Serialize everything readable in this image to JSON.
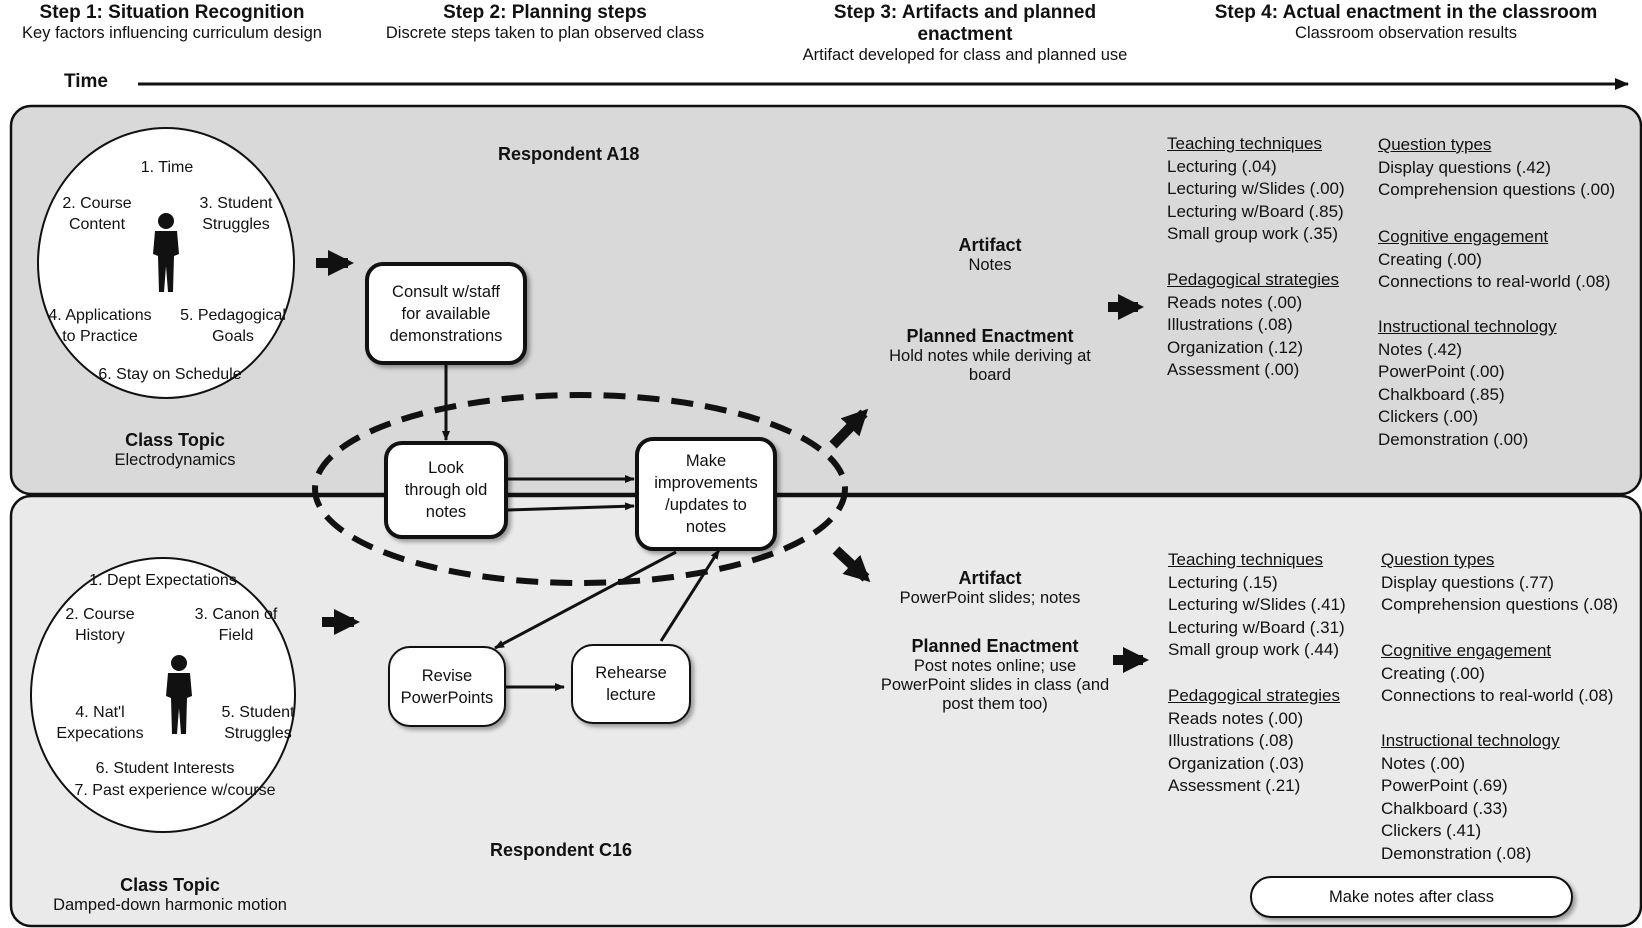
{
  "header": {
    "steps": [
      {
        "title": "Step 1: Situation Recognition",
        "subtitle": "Key factors influencing curriculum design"
      },
      {
        "title": "Step 2: Planning steps",
        "subtitle": "Discrete steps taken to plan observed class"
      },
      {
        "title": "Step 3: Artifacts and planned enactment",
        "subtitle": "Artifact developed for class and planned use"
      },
      {
        "title": "Step 4: Actual enactment in the classroom",
        "subtitle": "Classroom observation results"
      }
    ],
    "time_label": "Time"
  },
  "panel_a": {
    "respondent": "Respondent A18",
    "factors": [
      "1. Time",
      "2. Course",
      "Content",
      "3. Student",
      "Struggles",
      "4. Applications",
      "to Practice",
      "5. Pedagogical",
      "Goals",
      "6. Stay on Schedule"
    ],
    "class_topic_label": "Class Topic",
    "class_topic": "Electrodynamics",
    "artifact_label": "Artifact",
    "artifact": "Notes",
    "planned_label": "Planned Enactment",
    "planned_lines": [
      "Hold notes while deriving at",
      "board"
    ],
    "teaching": {
      "heading": "Teaching techniques",
      "items": [
        "Lecturing  (.04)",
        "Lecturing w/Slides (.00)",
        "Lecturing w/Board (.85)",
        "Small group work (.35)"
      ]
    },
    "pedagogical": {
      "heading": "Pedagogical strategies",
      "items": [
        "Reads notes (.00)",
        "Illustrations (.08)",
        "Organization (.12)",
        "Assessment (.00)"
      ]
    },
    "questions": {
      "heading": "Question types",
      "items": [
        "Display questions (.42)",
        "Comprehension questions (.00)"
      ]
    },
    "cognitive": {
      "heading": "Cognitive engagement",
      "items": [
        "Creating (.00)",
        "Connections to real-world (.08)"
      ]
    },
    "technology": {
      "heading": "Instructional technology",
      "items": [
        "Notes (.42)",
        "PowerPoint (.00)",
        "Chalkboard (.85)",
        "Clickers (.00)",
        "Demonstration (.00)"
      ]
    }
  },
  "panel_c": {
    "respondent": "Respondent C16",
    "factors": [
      "1. Dept Expectations",
      "2. Course",
      "History",
      "3. Canon of",
      "Field",
      "4. Nat'l",
      "Expecations",
      "5. Student",
      "Struggles",
      "6. Student Interests",
      "7. Past experience w/course"
    ],
    "class_topic_label": "Class Topic",
    "class_topic": "Damped-down harmonic motion",
    "artifact_label": "Artifact",
    "artifact": "PowerPoint slides; notes",
    "planned_label": "Planned Enactment",
    "planned_lines": [
      "Post notes online; use",
      "PowerPoint slides in class (and",
      "post them too)"
    ],
    "teaching": {
      "heading": "Teaching techniques",
      "items": [
        "Lecturing  (.15)",
        "Lecturing w/Slides (.41)",
        "Lecturing w/Board (.31)",
        "Small group work (.44)"
      ]
    },
    "pedagogical": {
      "heading": "Pedagogical strategies",
      "items": [
        "Reads notes (.00)",
        "Illustrations (.08)",
        "Organization (.03)",
        "Assessment (.21)"
      ]
    },
    "questions": {
      "heading": "Question types",
      "items": [
        "Display questions (.77)",
        "Comprehension questions (.08)"
      ]
    },
    "cognitive": {
      "heading": "Cognitive engagement",
      "items": [
        "Creating (.00)",
        "Connections to real-world (.08)"
      ]
    },
    "technology": {
      "heading": "Instructional technology",
      "items": [
        "Notes (.00)",
        "PowerPoint (.69)",
        "Chalkboard (.33)",
        "Clickers (.41)",
        "Demonstration (.08)"
      ]
    },
    "after_class": "Make notes after class"
  },
  "planning": {
    "consult": [
      "Consult w/staff",
      "for available",
      "demonstrations"
    ],
    "look": [
      "Look",
      "through old",
      "notes"
    ],
    "improve": [
      "Make",
      "improvements",
      "/updates to",
      "notes"
    ],
    "revise": [
      "Revise",
      "PowerPoints"
    ],
    "rehearse": [
      "Rehearse",
      "lecture"
    ]
  },
  "colors": {
    "panel_a": "#d9d9d9",
    "panel_c": "#eaeaea",
    "ink": "#111111"
  }
}
